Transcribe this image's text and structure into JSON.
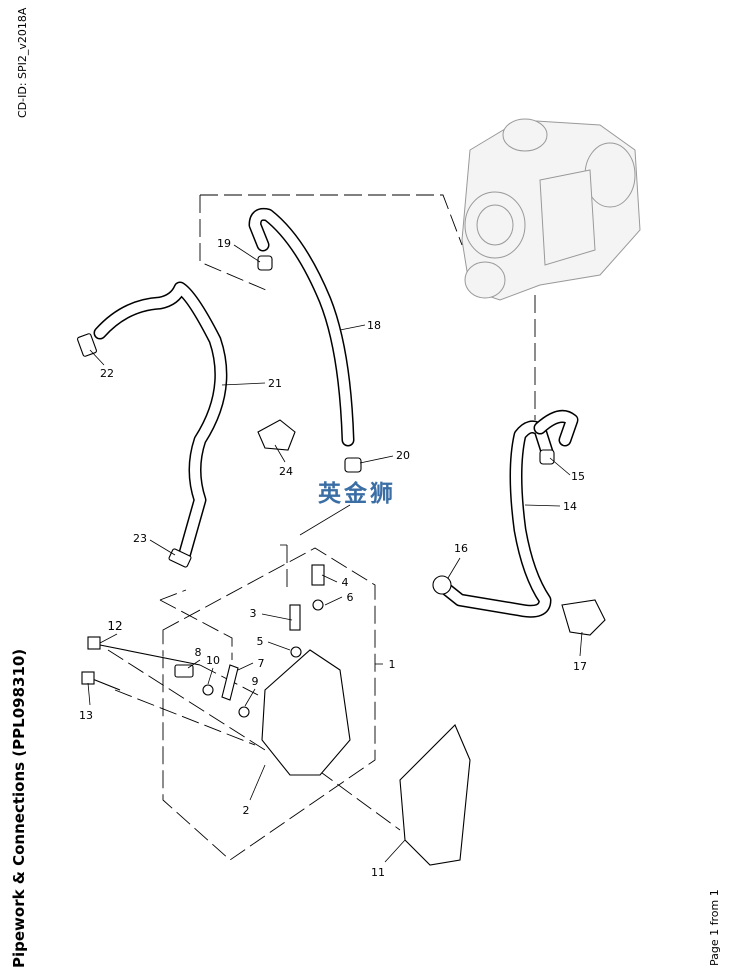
{
  "header": {
    "cd_id": "CD-ID: SPI2_v2018A"
  },
  "footer": {
    "title": "Pipework & Connections (PPL098310)",
    "page": "Page 1 from 1"
  },
  "watermark": {
    "text": "英金狮",
    "color": "#3a6ea5"
  },
  "callouts": [
    "19",
    "22",
    "21",
    "18",
    "24",
    "20",
    "15",
    "14",
    "16",
    "17",
    "23",
    "4",
    "6",
    "3",
    "5",
    "12",
    "8",
    "10",
    "7",
    "9",
    "13",
    "1",
    "2",
    "11"
  ]
}
